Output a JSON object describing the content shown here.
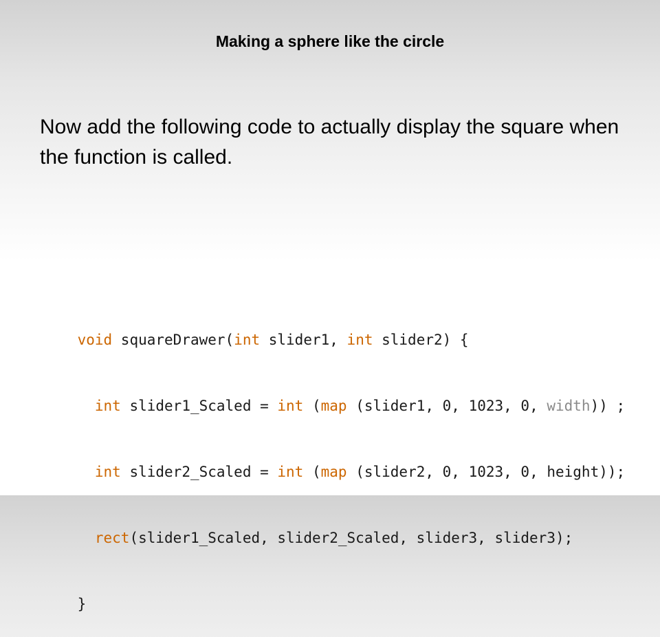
{
  "slide": {
    "title": "Making a sphere like the circle",
    "body": "Now add the following code to actually display the square when the function is called."
  },
  "code": {
    "lines": [
      [
        {
          "t": "void",
          "c": "kw"
        },
        {
          "t": " squareDrawer(",
          "c": "plain"
        },
        {
          "t": "int",
          "c": "kw"
        },
        {
          "t": " slider1, ",
          "c": "plain"
        },
        {
          "t": "int",
          "c": "kw"
        },
        {
          "t": " slider2) {",
          "c": "plain"
        }
      ],
      [
        {
          "t": "  ",
          "c": "plain"
        },
        {
          "t": "int",
          "c": "kw"
        },
        {
          "t": " slider1_Scaled = ",
          "c": "plain"
        },
        {
          "t": "int",
          "c": "kw"
        },
        {
          "t": " (",
          "c": "plain"
        },
        {
          "t": "map",
          "c": "fn"
        },
        {
          "t": " (slider1, 0, 1023, 0, ",
          "c": "plain"
        },
        {
          "t": "width",
          "c": "const"
        },
        {
          "t": ")) ;",
          "c": "plain"
        }
      ],
      [
        {
          "t": "  ",
          "c": "plain"
        },
        {
          "t": "int",
          "c": "kw"
        },
        {
          "t": " slider2_Scaled = ",
          "c": "plain"
        },
        {
          "t": "int",
          "c": "kw"
        },
        {
          "t": " (",
          "c": "plain"
        },
        {
          "t": "map",
          "c": "fn"
        },
        {
          "t": " (slider2, 0, 1023, 0, height));",
          "c": "plain"
        }
      ],
      [
        {
          "t": "  ",
          "c": "plain"
        },
        {
          "t": "rect",
          "c": "fn"
        },
        {
          "t": "(slider1_Scaled, slider2_Scaled, slider3, slider3);",
          "c": "plain"
        }
      ],
      [
        {
          "t": "}",
          "c": "plain"
        }
      ]
    ]
  },
  "colors": {
    "keyword": "#cc6600",
    "constant": "#8a8a8a",
    "text": "#1a1a1a"
  }
}
